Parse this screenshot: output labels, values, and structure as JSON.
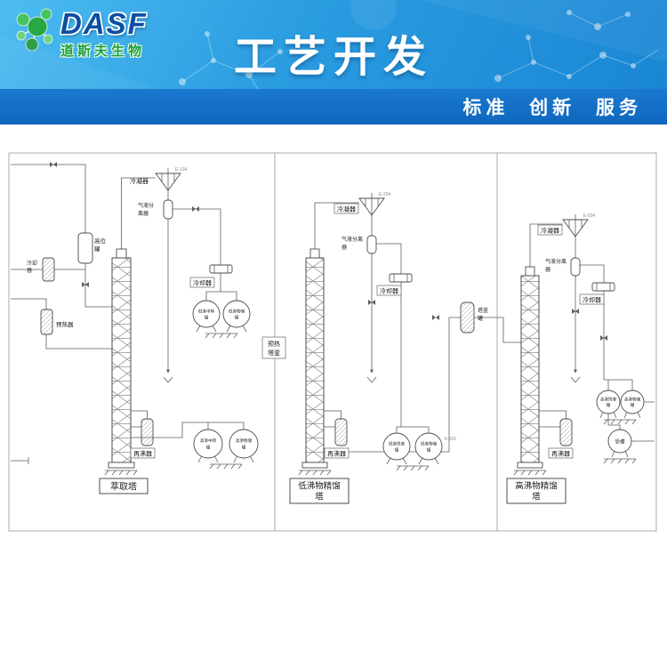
{
  "header": {
    "brand": "DASF",
    "brand_subtitle": "道斯夫生物",
    "title": "工艺开发",
    "tagline": "标准 创新 服务"
  },
  "diagram": {
    "divider_label": [
      "预热",
      "塔釜"
    ],
    "s1": {
      "name": "萃取塔",
      "head_tank": [
        "高位",
        "罐"
      ],
      "left_cooler": [
        "冷却",
        "器"
      ],
      "preheater": "预热器",
      "condenser": "冷凝器",
      "condenser_tag": "E-104",
      "separator": [
        "气液分",
        "离器"
      ],
      "cooler": "冷却器",
      "mid_tank1": [
        "低沸中转",
        "罐"
      ],
      "mid_tank2": [
        "低沸物储",
        "罐"
      ],
      "reboiler": "再沸器",
      "bot_tank1": [
        "高沸中转",
        "罐"
      ],
      "bot_tank2": [
        "高沸物储",
        "罐"
      ]
    },
    "s2": {
      "name": [
        "低沸物精馏",
        "塔"
      ],
      "condenser": "冷凝器",
      "condenser_tag": "E-204",
      "separator": [
        "气液分离",
        "器"
      ],
      "cooler": "冷却器",
      "reboiler": "再沸器",
      "tank1": [
        "低沸残液",
        "罐"
      ],
      "tank2": [
        "低沸物储",
        "罐"
      ],
      "tank_tag": "K-601",
      "still_pot": [
        "塔釜",
        "罐"
      ]
    },
    "s3": {
      "name": [
        "高沸物精馏",
        "塔"
      ],
      "condenser": "冷凝器",
      "condenser_tag": "E-604",
      "separator": [
        "气液分离",
        "器"
      ],
      "cooler": "冷却器",
      "reboiler": "再沸器",
      "tank1": [
        "高沸残液",
        "罐"
      ],
      "tank2": [
        "高沸物储",
        "罐"
      ],
      "receiver": "受槽"
    }
  }
}
